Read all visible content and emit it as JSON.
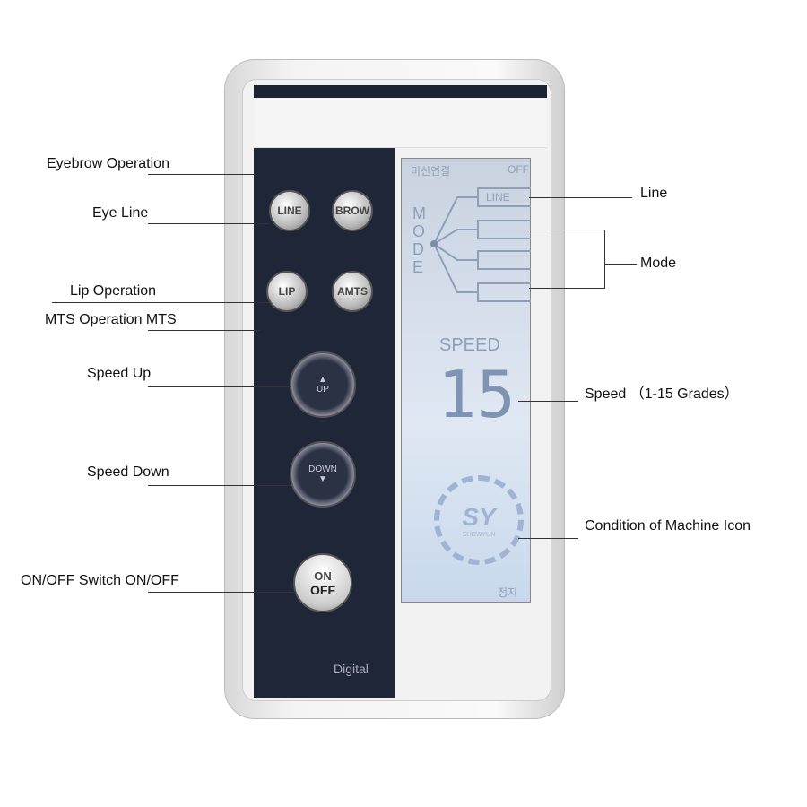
{
  "callouts_left": {
    "eyebrow": "Eyebrow Operation",
    "eye_line": "Eye Line",
    "lip": "Lip Operation",
    "mts": "MTS Operation MTS",
    "speed_up": "Speed Up",
    "speed_down": "Speed Down",
    "onoff": "ON/OFF Switch ON/OFF"
  },
  "callouts_right": {
    "line": "Line",
    "mode": "Mode",
    "speed": "Speed （1-15 Grades）",
    "condition": "Condition of Machine Icon"
  },
  "buttons": {
    "line": "LINE",
    "brow": "BROW",
    "lip": "LIP",
    "amts": "AMTS",
    "up": "UP",
    "down": "DOWN",
    "on": "ON",
    "off": "OFF"
  },
  "lcd": {
    "header_left": "미신연결",
    "header_right": "OFF",
    "mode_letters": "MODE",
    "mode_line": "LINE",
    "speed_label": "SPEED",
    "speed_value": "15",
    "logo": "SY",
    "logo_sub": "SHOWYUN",
    "footer": "정지"
  },
  "device_label": "Digital"
}
